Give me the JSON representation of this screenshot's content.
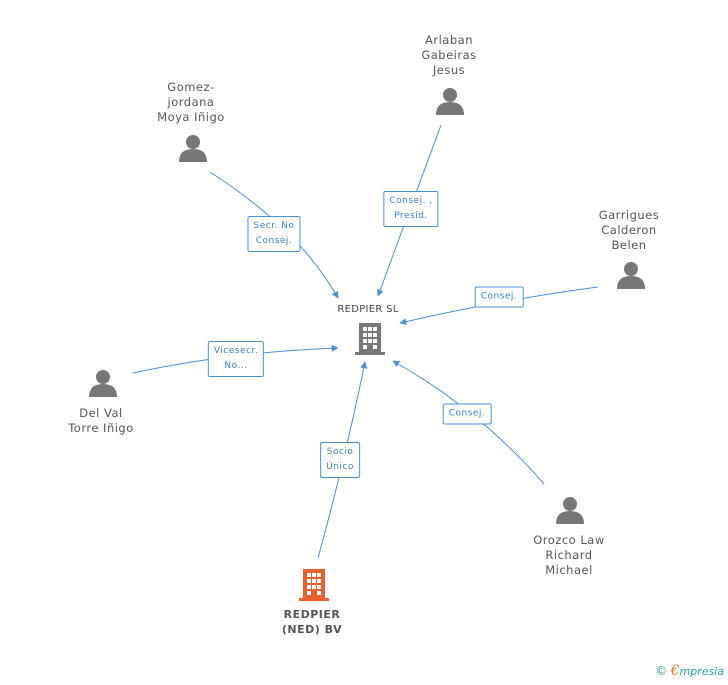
{
  "center": {
    "label": "REDPIER SL"
  },
  "nodes": [
    {
      "id": "gomez",
      "label": "Gomez-\njordana\nMoya Iñigo"
    },
    {
      "id": "arlaban",
      "label": "Arlaban\nGabeiras\nJesus"
    },
    {
      "id": "garrigues",
      "label": "Garrigues\nCalderon\nBelen"
    },
    {
      "id": "delval",
      "label": "Del Val\nTorre Iñigo"
    },
    {
      "id": "orozco",
      "label": "Orozco Law\nRichard\nMichael"
    },
    {
      "id": "redpier_ned",
      "label": "REDPIER\n(NED) BV"
    }
  ],
  "roles": [
    {
      "id": "gomez",
      "label": "Secr.  No\nConsej."
    },
    {
      "id": "arlaban",
      "label": "Consej. ,\nPresid."
    },
    {
      "id": "garrigues",
      "label": "Consej."
    },
    {
      "id": "delval",
      "label": "Vicesecr.\nNo..."
    },
    {
      "id": "orozco",
      "label": "Consej."
    },
    {
      "id": "redpier_ned",
      "label": "Socio\nÚnico"
    }
  ],
  "colors": {
    "edge": "#4a90d9",
    "person": "#777777",
    "center": "#777777",
    "company": "#e8602c"
  },
  "footer": {
    "copyright": "©",
    "brand_e": "€",
    "brand_rest": "mpresia"
  }
}
